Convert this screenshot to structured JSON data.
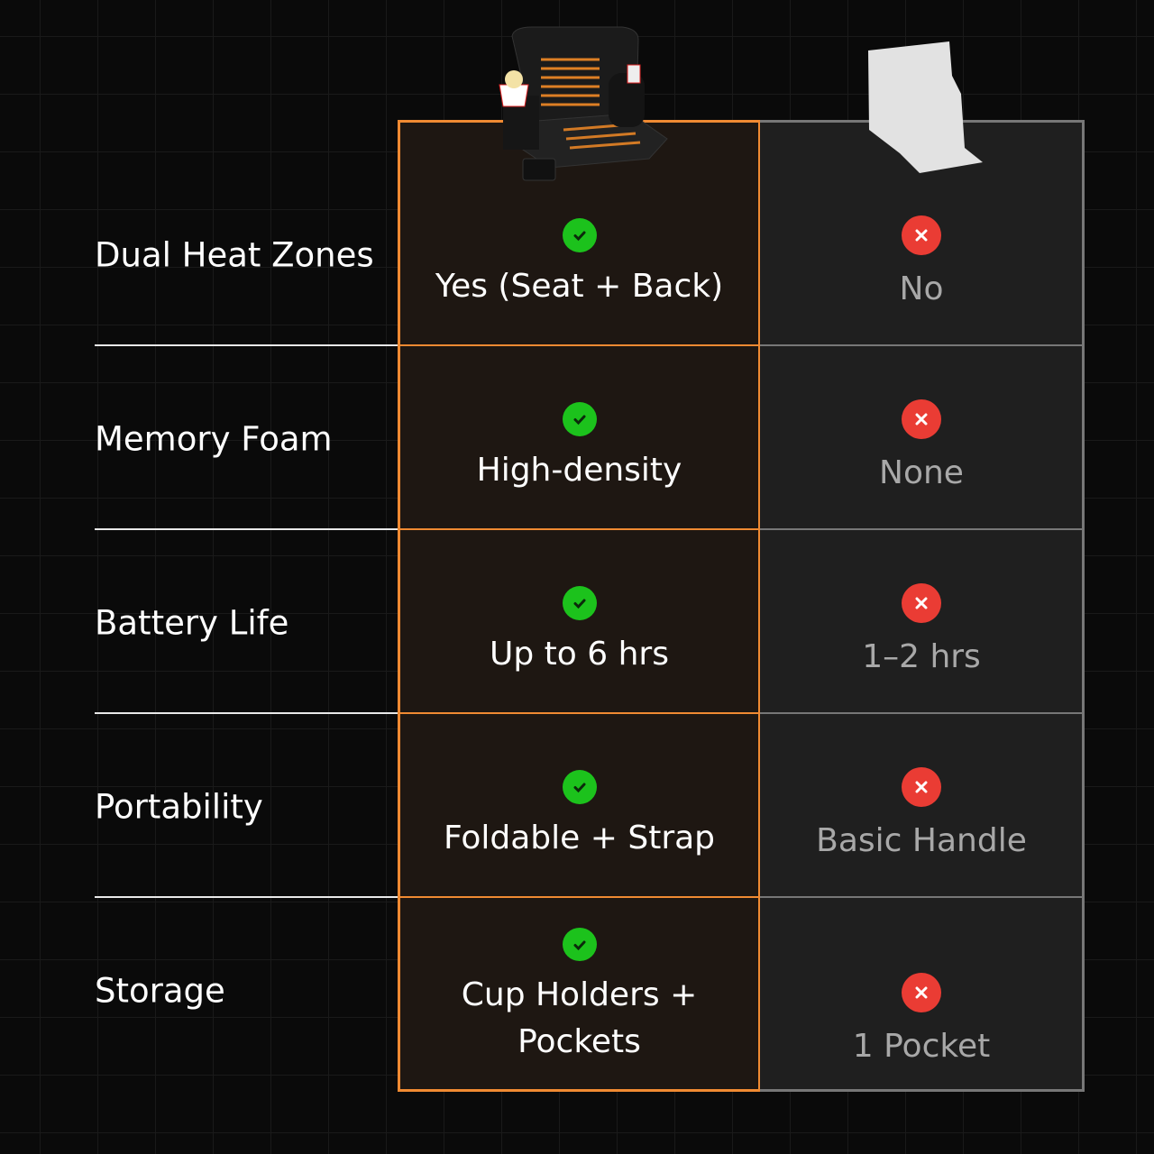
{
  "rows": [
    {
      "label": "Dual Heat Zones",
      "ours": "Yes (Seat + Back)",
      "theirs": "No"
    },
    {
      "label": "Memory Foam",
      "ours": "High-density",
      "theirs": "None"
    },
    {
      "label": "Battery Life",
      "ours": "Up to 6 hrs",
      "theirs": "1–2 hrs"
    },
    {
      "label": "Portability",
      "ours": "Foldable + Strap",
      "theirs": "Basic Handle"
    },
    {
      "label": "Storage",
      "ours": "Cup Holders + Pockets",
      "theirs": "1 Pocket"
    }
  ],
  "colors": {
    "accent": "#f08a32",
    "check": "#1cc21c",
    "cross": "#ea3c34"
  }
}
